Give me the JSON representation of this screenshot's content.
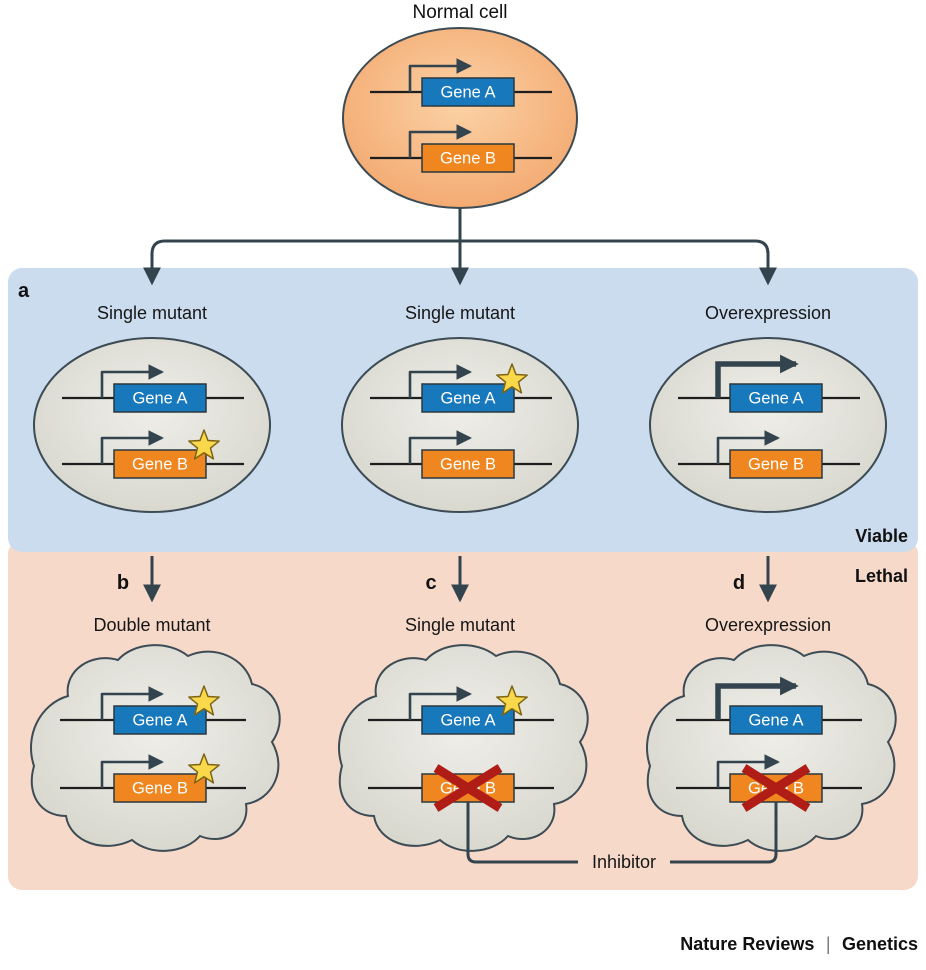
{
  "normal_cell": {
    "title": "Normal cell"
  },
  "labels": {
    "gene_a": "Gene A",
    "gene_b": "Gene B"
  },
  "viable_panel": {
    "letter": "a",
    "headings": [
      "Single mutant",
      "Single mutant",
      "Overexpression"
    ],
    "status": "Viable"
  },
  "lethal_panel": {
    "branch_letters": [
      "b",
      "c",
      "d"
    ],
    "headings": [
      "Double mutant",
      "Single mutant",
      "Overexpression"
    ],
    "status": "Lethal",
    "inhibitor": "Inhibitor"
  },
  "footer": {
    "journal": "Nature Reviews",
    "separator": "|",
    "section": "Genetics"
  },
  "colors": {
    "gene_a": "#1878bc",
    "gene_b": "#ef8620",
    "star": "#f9d84b",
    "cross": "#b01c16",
    "viable_bg": "#cbdcee",
    "lethal_bg": "#f7d9ca",
    "normal_light": "#fbd2a6",
    "normal_dark": "#f2a368",
    "gray_light": "#efeee9",
    "gray_dark": "#d3d3c9",
    "arrow": "#33444e",
    "genetics_red": "#e2231a"
  }
}
